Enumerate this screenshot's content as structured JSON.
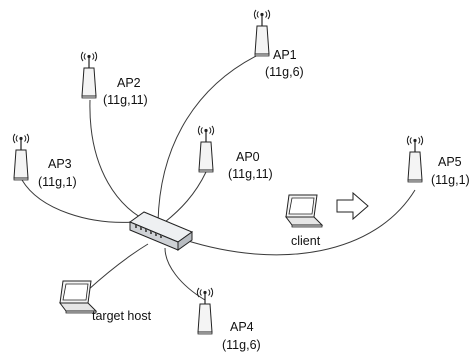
{
  "access_points": [
    {
      "id": "ap1",
      "name": "AP1",
      "config": "(11g,6)"
    },
    {
      "id": "ap2",
      "name": "AP2",
      "config": "(11g,11)"
    },
    {
      "id": "ap3",
      "name": "AP3",
      "config": "(11g,1)"
    },
    {
      "id": "ap0",
      "name": "AP0",
      "config": "(11g,11)"
    },
    {
      "id": "ap5",
      "name": "AP5",
      "config": "(11g,1)"
    },
    {
      "id": "ap4",
      "name": "AP4",
      "config": "(11g,6)"
    }
  ],
  "devices": {
    "client": "client",
    "target_host": "target host"
  },
  "icons": {
    "access_point": "wireless-access-point-icon",
    "switch": "network-switch-icon",
    "laptop": "laptop-icon",
    "arrow": "right-arrow-icon"
  },
  "colors": {
    "line": "#3a3a3a",
    "device_fill": "#f4f4f4",
    "device_stroke": "#222222",
    "switch_front": "#cfd2d6",
    "switch_top": "#eef0f2"
  }
}
